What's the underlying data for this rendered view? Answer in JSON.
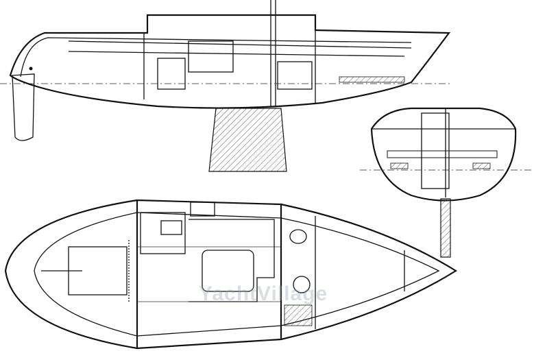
{
  "watermark": {
    "text": "YachtVillage"
  },
  "views": [
    "side-profile",
    "cross-section",
    "plan-view"
  ]
}
